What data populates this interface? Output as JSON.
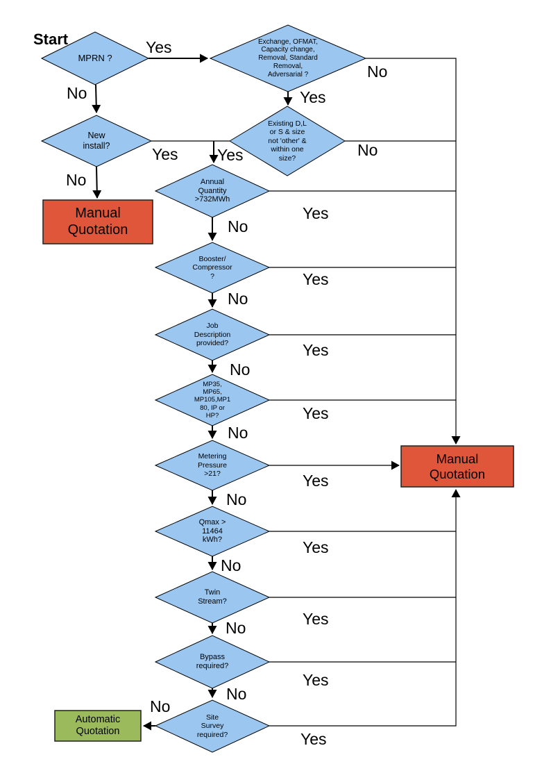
{
  "flowchart": {
    "start_label": "Start",
    "nodes": {
      "mprn": {
        "label": "MPRN ?"
      },
      "exchange": {
        "label": "Exchange, OFMAT,\nCapacity change,\nRemoval, Standard\nRemoval,\nAdversarial ?"
      },
      "new_install": {
        "label": "New\ninstall?"
      },
      "existing_size": {
        "label": "Existing D,L\nor S & size\nnot 'other' &\nwithin one\nsize?"
      },
      "manual_quotation_left": {
        "label": "Manual\nQuotation"
      },
      "annual_quantity": {
        "label": "Annual\nQuantity\n>732MWh"
      },
      "booster_compressor": {
        "label": "Booster/\nCompressor\n?"
      },
      "job_description": {
        "label": "Job\nDescription\nprovided?"
      },
      "mp_tier": {
        "label": "MP35,\nMP65,\nMP105,MP1\n80, IP or\nHP?"
      },
      "metering_pressure": {
        "label": "Metering\nPressure\n>21?"
      },
      "qmax": {
        "label": "Qmax >\n11464\nkWh?"
      },
      "twin_stream": {
        "label": "Twin\nStream?"
      },
      "bypass": {
        "label": "Bypass\nrequired?"
      },
      "site_survey": {
        "label": "Site\nSurvey\nrequired?"
      },
      "manual_quotation_right": {
        "label": "Manual\nQuotation"
      },
      "automatic_quotation": {
        "label": "Automatic\nQuotation"
      }
    },
    "edge_labels": {
      "mprn_yes": "Yes",
      "mprn_no": "No",
      "exchange_yes": "Yes",
      "exchange_no": "No",
      "new_install_yes": "Yes",
      "new_install_no": "No",
      "existing_yes": "Yes",
      "existing_no": "No",
      "annual_yes": "Yes",
      "annual_no": "No",
      "booster_yes": "Yes",
      "booster_no": "No",
      "job_yes": "Yes",
      "job_no": "No",
      "mp_yes": "Yes",
      "mp_no": "No",
      "metering_yes": "Yes",
      "metering_no": "No",
      "qmax_yes": "Yes",
      "qmax_no": "No",
      "twin_yes": "Yes",
      "twin_no": "No",
      "bypass_yes": "Yes",
      "bypass_no": "No",
      "site_yes": "Yes",
      "site_no": "No"
    },
    "colors": {
      "decision_fill": "#9ac6f0",
      "manual_fill": "#e0563a",
      "automatic_fill": "#9bba5c",
      "line": "#000000"
    }
  }
}
